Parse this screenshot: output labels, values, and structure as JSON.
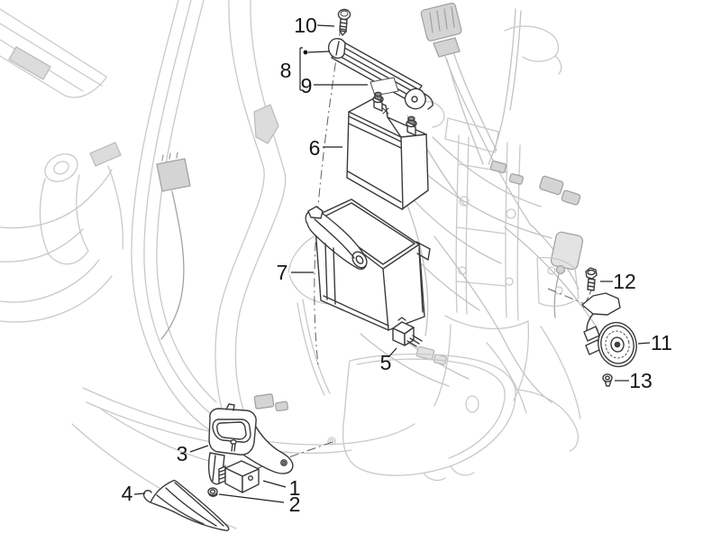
{
  "diagram": {
    "type": "exploded-parts-diagram",
    "callouts": [
      {
        "label": "1"
      },
      {
        "label": "2"
      },
      {
        "label": "3"
      },
      {
        "label": "4"
      },
      {
        "label": "5"
      },
      {
        "label": "6"
      },
      {
        "label": "7"
      },
      {
        "label": "8"
      },
      {
        "label": "9"
      },
      {
        "label": "10"
      },
      {
        "label": "11"
      },
      {
        "label": "12"
      },
      {
        "label": "13"
      }
    ],
    "colors": {
      "part_line": "#3a3a3a",
      "frame_line": "#c9c9c9",
      "label_text": "#161616"
    }
  }
}
